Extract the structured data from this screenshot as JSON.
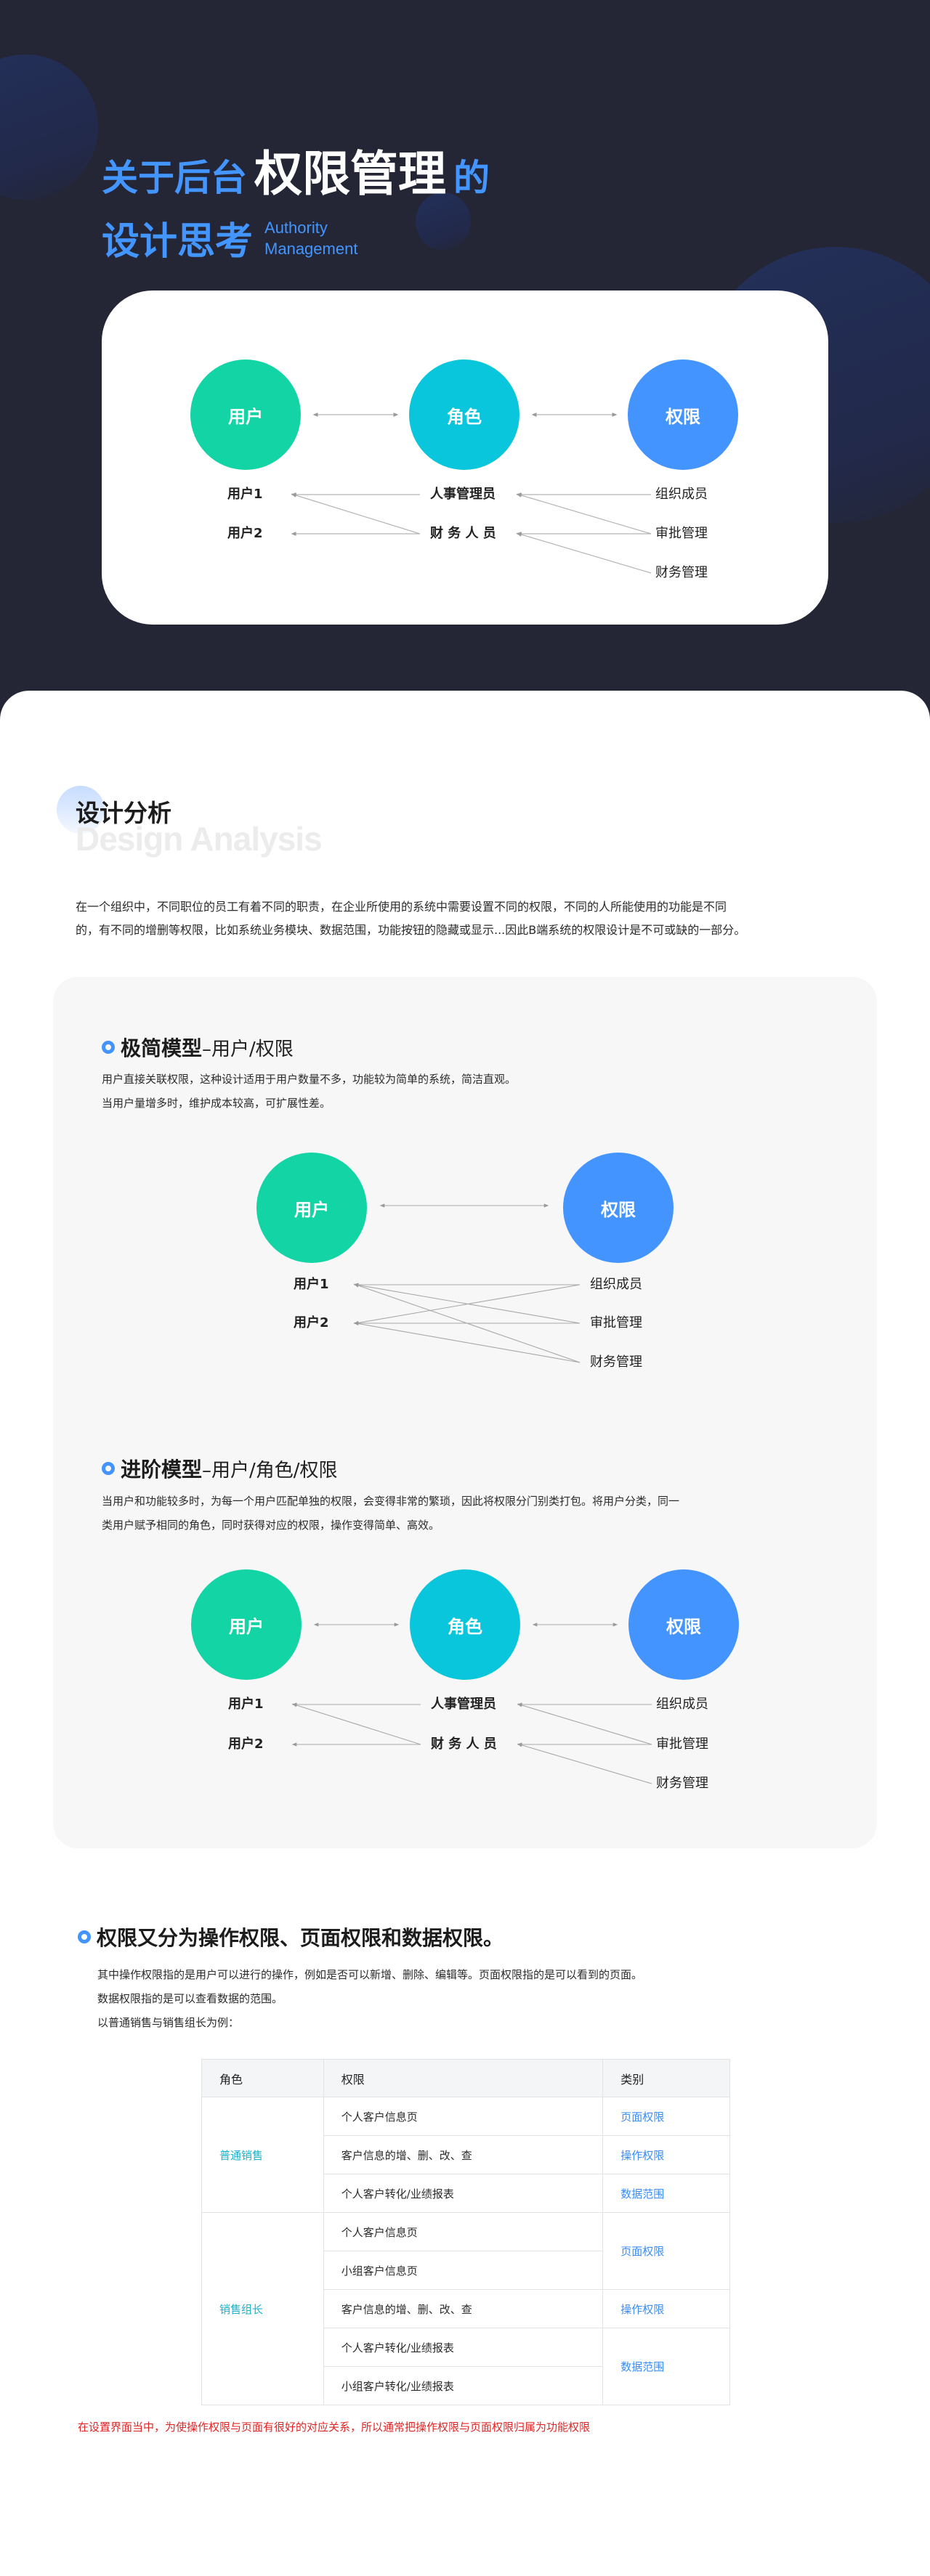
{
  "hero": {
    "title_part1": "关于后台",
    "title_emphasis": "权限管理",
    "title_part2": "的",
    "title_line2": "设计思考",
    "subtitle_en_line1": "Authority",
    "subtitle_en_line2": "Management",
    "colors": {
      "background": "#242636",
      "accent": "#4395ff"
    }
  },
  "diagram_full": {
    "nodes": [
      {
        "label": "用户",
        "color": "#13d4a5"
      },
      {
        "label": "角色",
        "color": "#0ac6dc"
      },
      {
        "label": "权限",
        "color": "#4394fe"
      }
    ],
    "users": [
      "用户1",
      "用户2"
    ],
    "roles": [
      "人事管理员",
      "财 务 人 员"
    ],
    "permissions": [
      "组织成员",
      "审批管理",
      "财务管理"
    ]
  },
  "analysis": {
    "title": "设计分析",
    "title_en": "Design Analysis",
    "intro_line1": "在一个组织中，不同职位的员工有着不同的职责，在企业所使用的系统中需要设置不同的权限，不同的人所能使用的功能是不同",
    "intro_line2": "的，有不同的增删等权限，比如系统业务模块、数据范围，功能按钮的隐藏或显示...因此B端系统的权限设计是不可或缺的一部分。"
  },
  "simple_model": {
    "heading_strong": "极简模型",
    "heading_light": "–用户/权限",
    "desc_line1": "用户直接关联权限，这种设计适用于用户数量不多，功能较为简单的系统，简洁直观。",
    "desc_line2": "当用户量增多时，维护成本较高，可扩展性差。",
    "nodes": [
      {
        "label": "用户",
        "color": "#13d4a5"
      },
      {
        "label": "权限",
        "color": "#4394fe"
      }
    ],
    "users": [
      "用户1",
      "用户2"
    ],
    "permissions": [
      "组织成员",
      "审批管理",
      "财务管理"
    ]
  },
  "advanced_model": {
    "heading_strong": "进阶模型",
    "heading_light": "–用户/角色/权限",
    "desc_line1": "当用户和功能较多时，为每一个用户匹配单独的权限，会变得非常的繁琐，因此将权限分门别类打包。将用户分类，同一",
    "desc_line2": "类用户赋予相同的角色，同时获得对应的权限，操作变得简单、高效。",
    "nodes": [
      {
        "label": "用户",
        "color": "#13d4a5"
      },
      {
        "label": "角色",
        "color": "#0ac6dc"
      },
      {
        "label": "权限",
        "color": "#4394fe"
      }
    ],
    "users": [
      "用户1",
      "用户2"
    ],
    "roles": [
      "人事管理员",
      "财 务 人 员"
    ],
    "permissions": [
      "组织成员",
      "审批管理",
      "财务管理"
    ]
  },
  "permission_types": {
    "heading": "权限又分为操作权限、页面权限和数据权限。",
    "line1": "其中操作权限指的是用户可以进行的操作，例如是否可以新增、删除、编辑等。页面权限指的是可以看到的页面。",
    "line2": "数据权限指的是可以查看数据的范围。",
    "line3": "以普通销售与销售组长为例："
  },
  "table": {
    "headers": [
      "角色",
      "权限",
      "类别"
    ],
    "groups": [
      {
        "role": "普通销售",
        "rows": [
          {
            "permission": "个人客户信息页",
            "category": "页面权限"
          },
          {
            "permission": "客户信息的增、删、改、查",
            "category": "操作权限"
          },
          {
            "permission": "个人客户转化/业绩报表",
            "category": "数据范围"
          }
        ]
      },
      {
        "role": "销售组长",
        "rows": [
          {
            "permission": "个人客户信息页",
            "category": "页面权限"
          },
          {
            "permission": "小组客户信息页",
            "category": ""
          },
          {
            "permission": "客户信息的增、删、改、查",
            "category": "操作权限"
          },
          {
            "permission": "个人客户转化/业绩报表",
            "category": "数据范围"
          },
          {
            "permission": "小组客户转化/业绩报表",
            "category": ""
          }
        ]
      }
    ]
  },
  "note": "在设置界面当中，为使操作权限与页面有很好的对应关系，所以通常把操作权限与页面权限归属为功能权限"
}
